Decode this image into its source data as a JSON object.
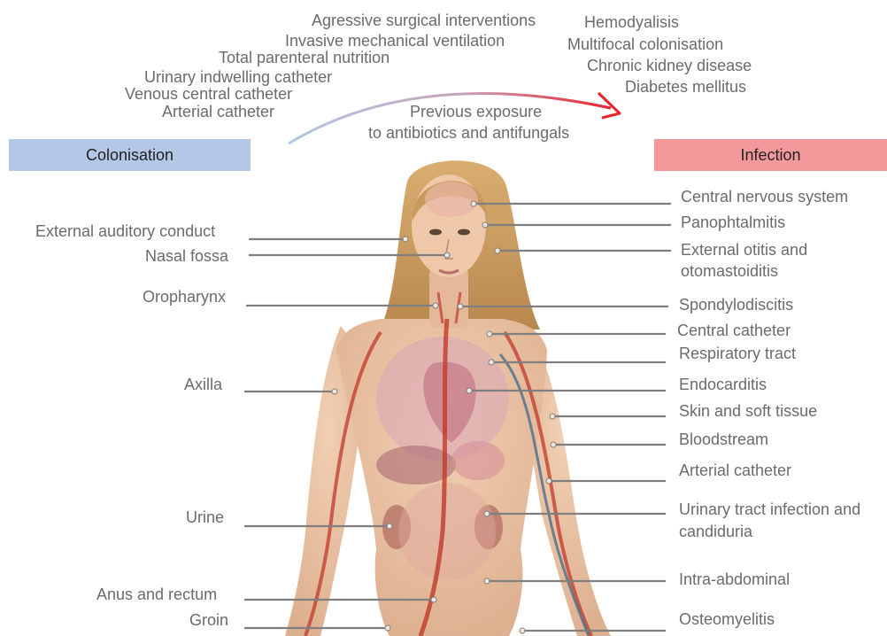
{
  "banners": {
    "colonisation": "Colonisation",
    "infection": "Infection"
  },
  "risk_factors_colonisation": [
    "Agressive surgical interventions",
    "Invasive mechanical ventilation",
    "Total parenteral nutrition",
    "Urinary indwelling catheter",
    "Venous central catheter",
    "Arterial catheter"
  ],
  "risk_factors_infection": [
    "Hemodyalisis",
    "Multifocal colonisation",
    "Chronic kidney disease",
    "Diabetes mellitus"
  ],
  "shared_factor": [
    "Previous exposure",
    "to antibiotics and antifungals"
  ],
  "colonisation_sites": [
    "External auditory conduct",
    "Nasal fossa",
    "Oropharynx",
    "Axilla",
    "Urine",
    "Anus and rectum",
    "Groin"
  ],
  "infection_sites": [
    "Central nervous system",
    "Panophtalmitis",
    "External otitis and",
    "otomastoiditis",
    "Spondylodiscitis",
    "Central catheter",
    "Respiratory tract",
    "Endocarditis",
    "Skin and soft tissue",
    "Bloodstream",
    "Arterial catheter",
    "Urinary tract infection and",
    "candiduria",
    "Intra-abdominal",
    "Osteomyelitis"
  ],
  "colors": {
    "colonisation_banner": "#b4c7e7",
    "infection_banner": "#f4999b",
    "arrow_start": "#b4c7e7",
    "arrow_end": "#e8232a",
    "leader_line": "#7f7f7f",
    "skin": "#e9c0a2",
    "hair": "#c89a5e",
    "artery": "#c0392b",
    "vein": "#4a6e8c"
  }
}
